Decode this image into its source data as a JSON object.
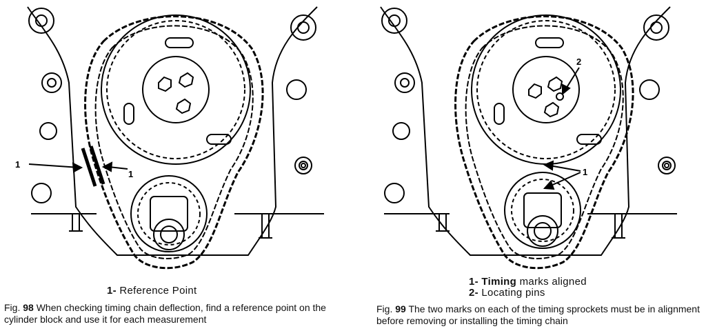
{
  "figures": [
    {
      "callout_labels": [
        "1",
        "1"
      ],
      "legend": [
        {
          "num": "1-",
          "text": "Reference Point"
        }
      ],
      "caption": {
        "prefix": "Fig.",
        "number": "98",
        "text": "When checking timing chain deflection, find a reference point on the cylinder block and use it for each measurement"
      }
    },
    {
      "callout_labels": [
        "2",
        "1"
      ],
      "legend": [
        {
          "num": "1-",
          "bold_text": "Timing",
          "text": "marks aligned"
        },
        {
          "num": "2-",
          "text": "Locating pins"
        }
      ],
      "caption": {
        "prefix": "Fig.",
        "number": "99",
        "text": "The two marks on each of the timing sprockets must be in alignment before removing or installing the timing chain"
      }
    }
  ]
}
